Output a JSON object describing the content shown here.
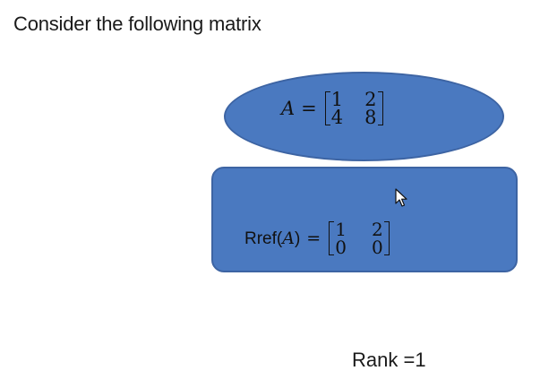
{
  "heading": "Consider the following matrix",
  "matrix_a": {
    "symbol": "A",
    "equals": "=",
    "rows": [
      [
        "1",
        "2"
      ],
      [
        "4",
        "8"
      ]
    ]
  },
  "rref": {
    "label_prefix": "Rref(",
    "label_var": "A",
    "label_suffix": ")",
    "equals": "=",
    "rows": [
      [
        "1",
        "2"
      ],
      [
        "0",
        "0"
      ]
    ]
  },
  "rank_text": "Rank =1",
  "colors": {
    "shape_fill": "#4a79c0",
    "shape_border": "#3d64a3",
    "text": "#1a1a1a"
  },
  "icons": {
    "cursor": "arrow-cursor-icon"
  }
}
